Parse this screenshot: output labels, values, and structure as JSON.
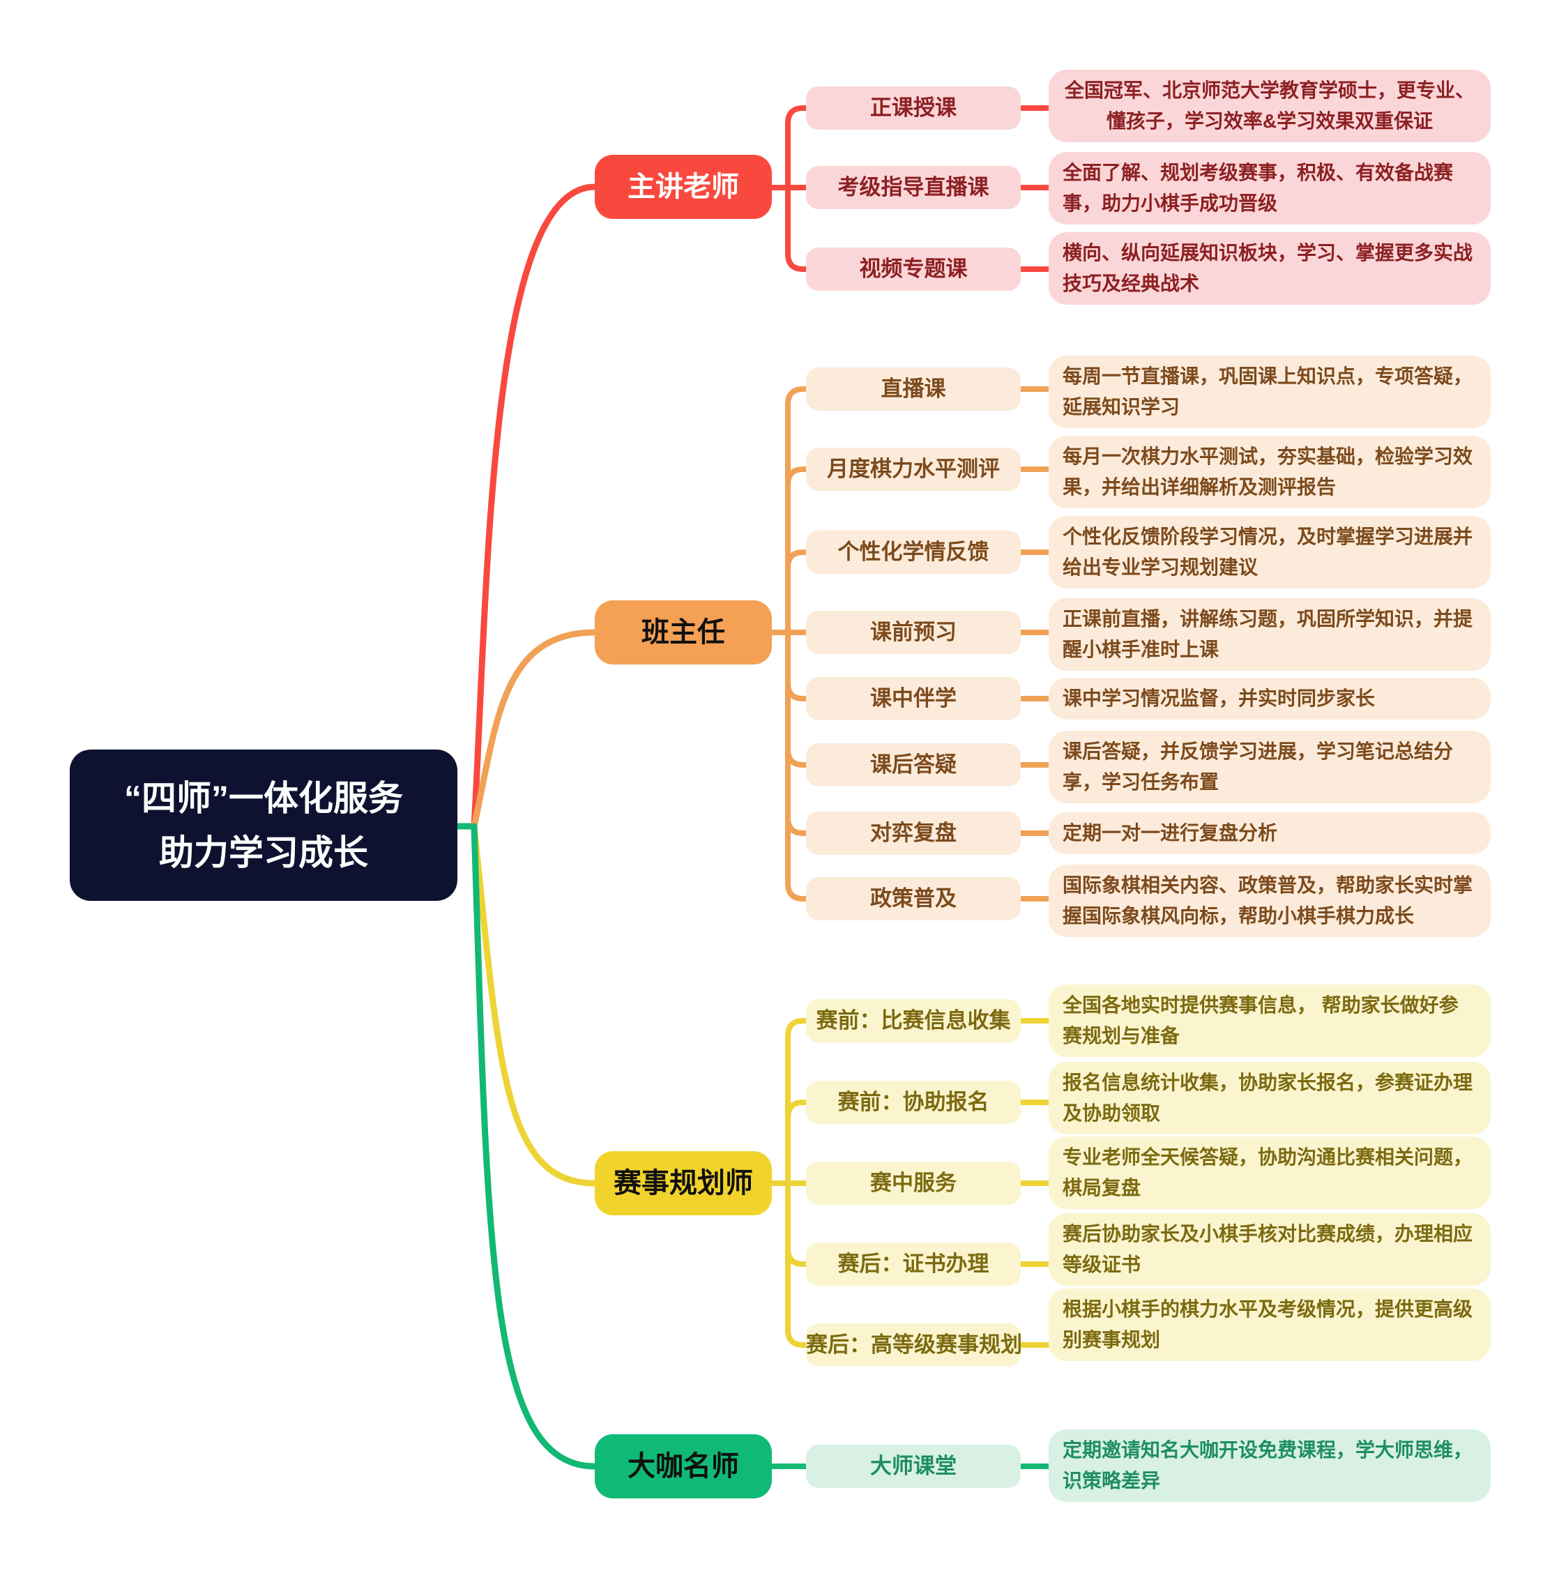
{
  "root": {
    "line1": "“四师”一体化服务",
    "line2": "助力学习成长",
    "bg_color": "#0E1230",
    "text_color": "#FFFFFF"
  },
  "colors": {
    "branch1_accent": "#F9493F",
    "branch1_light": "#FBD6D8",
    "branch1_text": "#8C2022",
    "branch2_accent": "#F4A055",
    "branch2_light": "#FCEBDA",
    "branch2_text": "#7C4A1D",
    "branch3_accent": "#F1D32B",
    "branch3_light": "#FAF5CE",
    "branch3_text": "#7C6A11",
    "branch4_accent": "#10BA76",
    "branch4_light": "#D8F1E4",
    "branch4_text": "#1E8E62"
  },
  "branches": [
    {
      "label": "主讲老师",
      "children": [
        {
          "label": "正课授课",
          "desc": "全国冠军、北京师范大学教育学硕士，更专业、懂孩子，学习效率&学习效果双重保证"
        },
        {
          "label": "考级指导直播课",
          "desc": "全面了解、规划考级赛事，积极、有效备战赛事，助力小棋手成功晋级"
        },
        {
          "label": "视频专题课",
          "desc": "横向、纵向延展知识板块，学习、掌握更多实战技巧及经典战术"
        }
      ]
    },
    {
      "label": "班主任",
      "children": [
        {
          "label": "直播课",
          "desc": "每周一节直播课，巩固课上知识点，专项答疑，延展知识学习"
        },
        {
          "label": "月度棋力水平测评",
          "desc": "每月一次棋力水平测试，夯实基础，检验学习效果，并给出详细解析及测评报告"
        },
        {
          "label": "个性化学情反馈",
          "desc": "个性化反馈阶段学习情况，及时掌握学习进展并给出专业学习规划建议"
        },
        {
          "label": "课前预习",
          "desc": "正课前直播，讲解练习题，巩固所学知识，并提醒小棋手准时上课"
        },
        {
          "label": "课中伴学",
          "desc": "课中学习情况监督，并实时同步家长"
        },
        {
          "label": "课后答疑",
          "desc": "课后答疑，并反馈学习进展，学习笔记总结分享，学习任务布置"
        },
        {
          "label": "对弈复盘",
          "desc": "定期一对一进行复盘分析"
        },
        {
          "label": "政策普及",
          "desc": "国际象棋相关内容、政策普及，帮助家长实时掌握国际象棋风向标，帮助小棋手棋力成长"
        }
      ]
    },
    {
      "label": "赛事规划师",
      "children": [
        {
          "label": "赛前：比赛信息收集",
          "desc": "全国各地实时提供赛事信息， 帮助家长做好参赛规划与准备"
        },
        {
          "label": "赛前：协助报名",
          "desc": "报名信息统计收集，协助家长报名，参赛证办理及协助领取"
        },
        {
          "label": "赛中服务",
          "desc": "专业老师全天候答疑，协助沟通比赛相关问题，棋局复盘"
        },
        {
          "label": "赛后：证书办理",
          "desc": "赛后协助家长及小棋手核对比赛成绩，办理相应等级证书"
        },
        {
          "label": "赛后：高等级赛事规划",
          "desc": "根据小棋手的棋力水平及考级情况，提供更高级别赛事规划"
        }
      ]
    },
    {
      "label": "大咖名师",
      "children": [
        {
          "label": "大师课堂",
          "desc": "定期邀请知名大咖开设免费课程，学大师思维，识策略差异"
        }
      ]
    }
  ]
}
